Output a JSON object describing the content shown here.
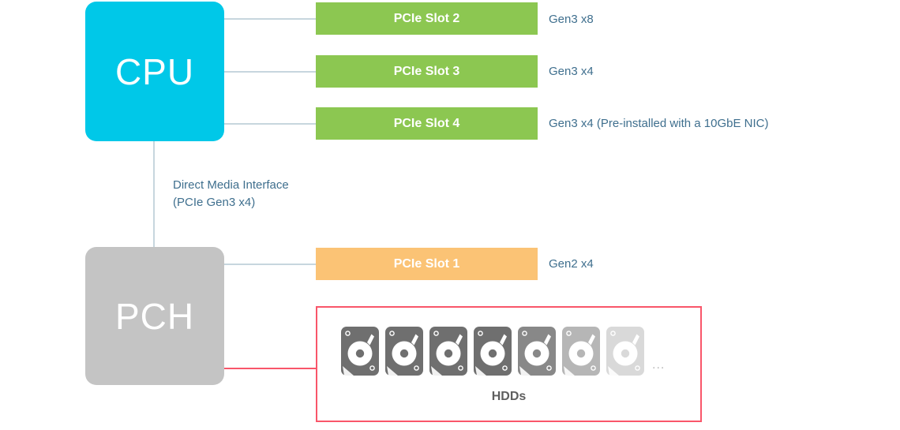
{
  "diagram": {
    "blocks": [
      {
        "id": "cpu",
        "label": "CPU",
        "color": "#00c8e8"
      },
      {
        "id": "pch",
        "label": "PCH",
        "color": "#c4c4c4"
      }
    ],
    "slots": [
      {
        "label": "PCIe Slot 2",
        "note": "Gen3 x8",
        "color": "#8cc751",
        "parent": "CPU"
      },
      {
        "label": "PCIe Slot 3",
        "note": "Gen3 x4",
        "color": "#8cc751",
        "parent": "CPU"
      },
      {
        "label": "PCIe Slot 4",
        "note": "Gen3 x4 (Pre-installed with a 10GbE NIC)",
        "color": "#8cc751",
        "parent": "CPU"
      },
      {
        "label": "PCIe Slot 1",
        "note": "Gen2 x4",
        "color": "#fbc375",
        "parent": "PCH"
      }
    ],
    "interconnect": {
      "label": "Direct Media Interface\n(PCIe Gen3 x4)",
      "line_color": "#c7d6de"
    },
    "storage": {
      "label": "HDDs",
      "ellipsis": "...",
      "highlight_color": "#f9566a",
      "drive_count": 7,
      "drive_opacities": [
        1,
        1,
        1,
        1,
        0.82,
        0.5,
        0.26
      ]
    }
  }
}
